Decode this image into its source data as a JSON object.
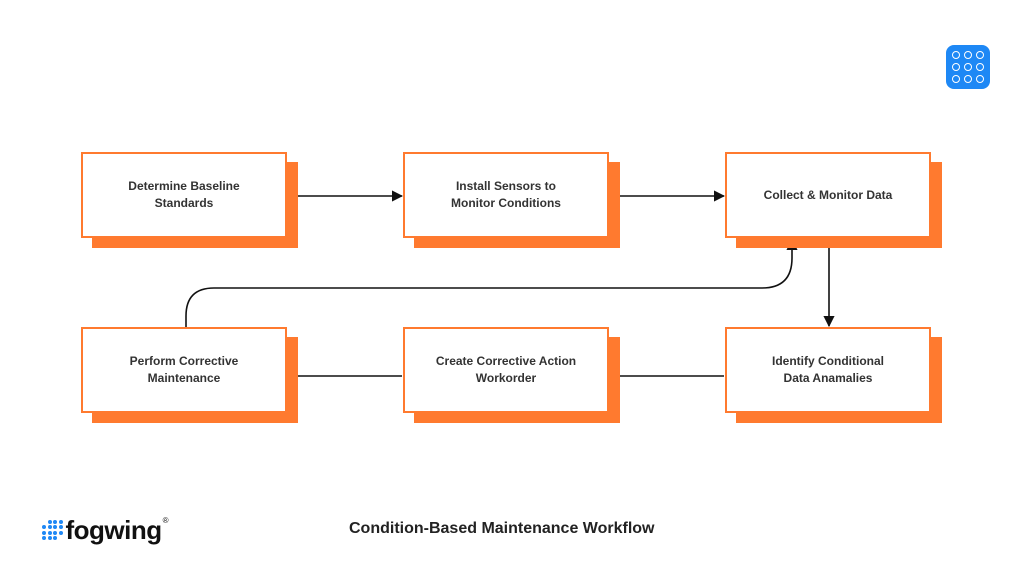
{
  "diagram": {
    "nodes": [
      {
        "id": "baseline",
        "label": "Determine Baseline\nStandards"
      },
      {
        "id": "sensors",
        "label": "Install Sensors to\nMonitor Conditions"
      },
      {
        "id": "collect",
        "label": "Collect & Monitor Data"
      },
      {
        "id": "identify",
        "label": "Identify Conditional\nData Anamalies"
      },
      {
        "id": "workorder",
        "label": "Create Corrective Action\nWorkorder"
      },
      {
        "id": "perform",
        "label": "Perform Corrective\nMaintenance"
      }
    ],
    "edges": [
      {
        "from": "baseline",
        "to": "sensors"
      },
      {
        "from": "sensors",
        "to": "collect"
      },
      {
        "from": "collect",
        "to": "identify"
      },
      {
        "from": "identify",
        "to": "workorder"
      },
      {
        "from": "workorder",
        "to": "perform"
      },
      {
        "from": "perform",
        "to": "collect"
      }
    ]
  },
  "footer": {
    "brand": "fogwing",
    "brand_mark": "®",
    "title": "Condition-Based Maintenance Workflow"
  },
  "icons": {
    "corner": "dots-grid-icon",
    "brand": "fogwing-dots-logo"
  },
  "colors": {
    "accent": "#ff7a2f",
    "brand_blue": "#1e88f5",
    "text": "#333333"
  }
}
